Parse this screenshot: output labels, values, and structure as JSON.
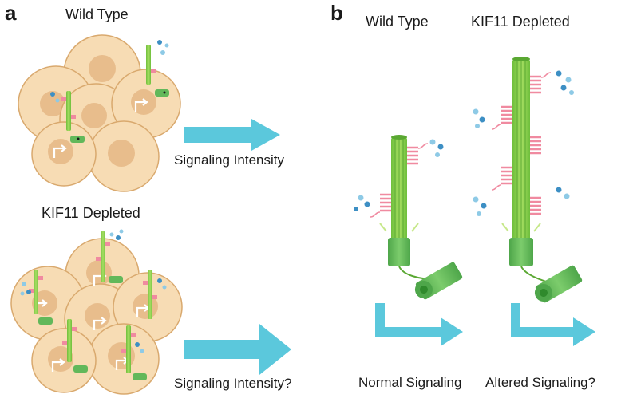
{
  "panel_a": {
    "label": "a",
    "top_title": "Wild Type",
    "top_caption": "Signaling Intensity",
    "bottom_title": "KIF11 Depleted",
    "bottom_caption": "Signaling Intensity?"
  },
  "panel_b": {
    "label": "b",
    "left_title": "Wild Type",
    "right_title": "KIF11 Depleted",
    "left_caption": "Normal Signaling",
    "right_caption": "Altered Signaling?"
  },
  "colors": {
    "cell_fill": "#f7dcb4",
    "cell_stroke": "#d9a96e",
    "nucleus": "#e8bd8c",
    "cilium_green": "#8fd14f",
    "cilium_dark": "#5aa832",
    "basal_body": "#62b85a",
    "receptor_pink": "#f08aa0",
    "ligand_blue": "#3d8fc4",
    "ligand_light": "#8ecae6",
    "arrow_cyan": "#5bc8dc"
  }
}
